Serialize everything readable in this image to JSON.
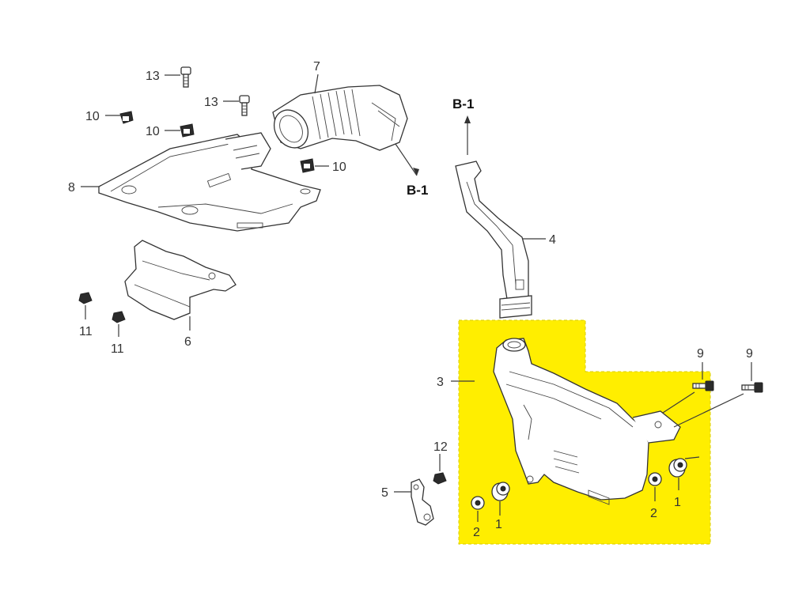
{
  "diagram": {
    "highlight_color": "#ffee00",
    "callouts": {
      "p13a": "13",
      "p13b": "13",
      "p7": "7",
      "p10a": "10",
      "p10b": "10",
      "p10c": "10",
      "p8": "8",
      "p6": "6",
      "p11a": "11",
      "p11b": "11",
      "p4": "4",
      "p3": "3",
      "p9a": "9",
      "p9b": "9",
      "p12": "12",
      "p5": "5",
      "p2a": "2",
      "p1a": "1",
      "p2b": "2",
      "p1b": "1"
    },
    "refs": {
      "b1_top": "B-1",
      "b1_bottom": "B-1"
    }
  }
}
